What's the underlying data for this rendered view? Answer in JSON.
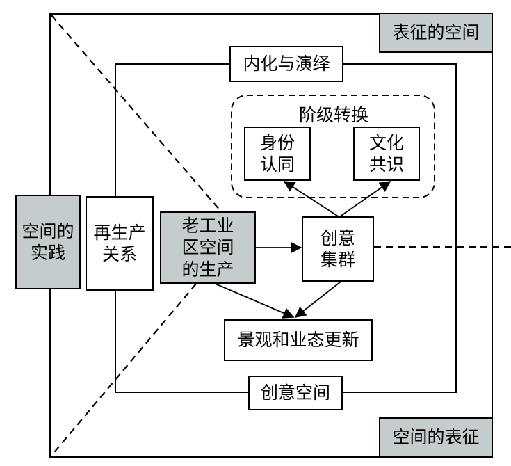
{
  "labels": {
    "representational_space": "表征的空间",
    "internalization": "内化与演绎",
    "class_transform": "阶级转换",
    "identity": "身份\n认同",
    "cultural_consensus": "文化\n共识",
    "spatial_practice": "空间的\n实践",
    "reproduction_relations": "再生产\n关系",
    "old_industrial_production": "老工业\n区空间\n的生产",
    "creative_cluster": "创意\n集群",
    "landscape_renewal": "景观和业态更新",
    "creative_space": "创意空间",
    "representation_of_space": "空间的表征"
  },
  "colors": {
    "line": "#000000",
    "grey_fill": "#c4cccd",
    "white_fill": "#ffffff"
  }
}
